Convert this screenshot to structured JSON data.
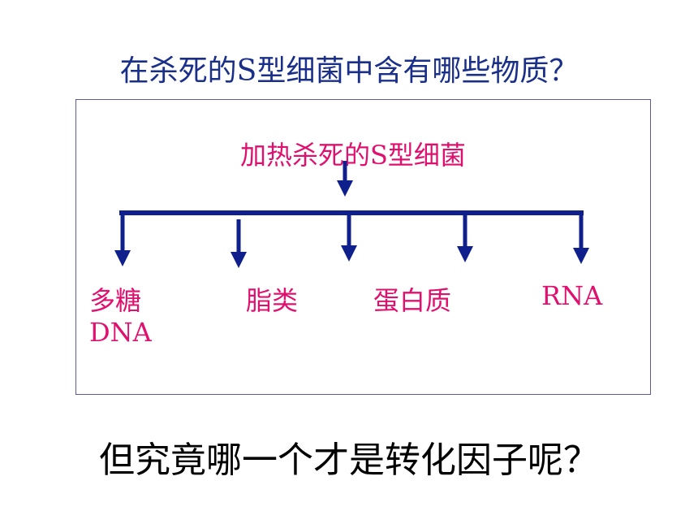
{
  "title": "在杀死的S型细菌中含有哪些物质？",
  "diagram": {
    "root": "加热杀死的S型细菌",
    "branches": [
      "多糖",
      "脂类",
      "蛋白质",
      "RNA"
    ],
    "extra": "DNA"
  },
  "question": "但究竟哪一个才是转化因子呢？",
  "colors": {
    "title": "#1a2f8a",
    "label": "#e0106e",
    "arrow": "#0f1f8c"
  }
}
